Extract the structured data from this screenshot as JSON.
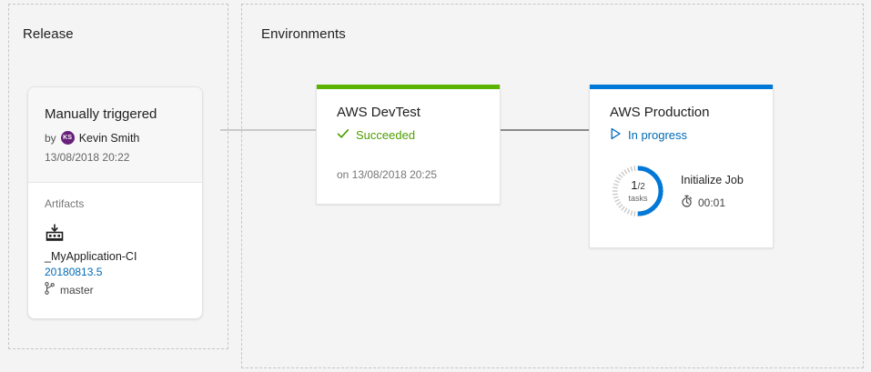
{
  "panels": {
    "release": {
      "title": "Release"
    },
    "environments": {
      "title": "Environments"
    }
  },
  "release_card": {
    "trigger": "Manually triggered",
    "by_label": "by",
    "author": "Kevin Smith",
    "author_initials": "KS",
    "avatar_color": "#68217a",
    "date": "13/08/2018 20:22",
    "artifacts_label": "Artifacts",
    "artifact": {
      "icon": "build-artifact-icon",
      "name": "_MyApplication-CI",
      "version": "20180813.5",
      "version_color": "#0069b4",
      "branch_icon": "git-branch-icon",
      "branch": "master"
    }
  },
  "environments": [
    {
      "name": "AWS DevTest",
      "accent_color": "#5cb200",
      "status_icon": "checkmark-icon",
      "status": "Succeeded",
      "status_color": "#4f9e00",
      "substatus": "on 13/08/2018 20:25"
    },
    {
      "name": "AWS Production",
      "accent_color": "#0078d7",
      "status_icon": "play-outline-icon",
      "status": "In progress",
      "status_color": "#0069b4",
      "progress": {
        "completed": 1,
        "total": 2,
        "percent": 50,
        "count_text": "1",
        "denominator_text": "/2",
        "unit_label": "tasks",
        "ring_color": "#0078d7",
        "ring_track_color": "#c9c9c9"
      },
      "job": {
        "name": "Initialize Job",
        "timer_icon": "stopwatch-icon",
        "elapsed": "00:01"
      }
    }
  ],
  "connectors": [
    {
      "name": "release-to-devtest",
      "color": "#c9c9c9"
    },
    {
      "name": "devtest-to-production",
      "color": "#8a8a8a"
    }
  ]
}
